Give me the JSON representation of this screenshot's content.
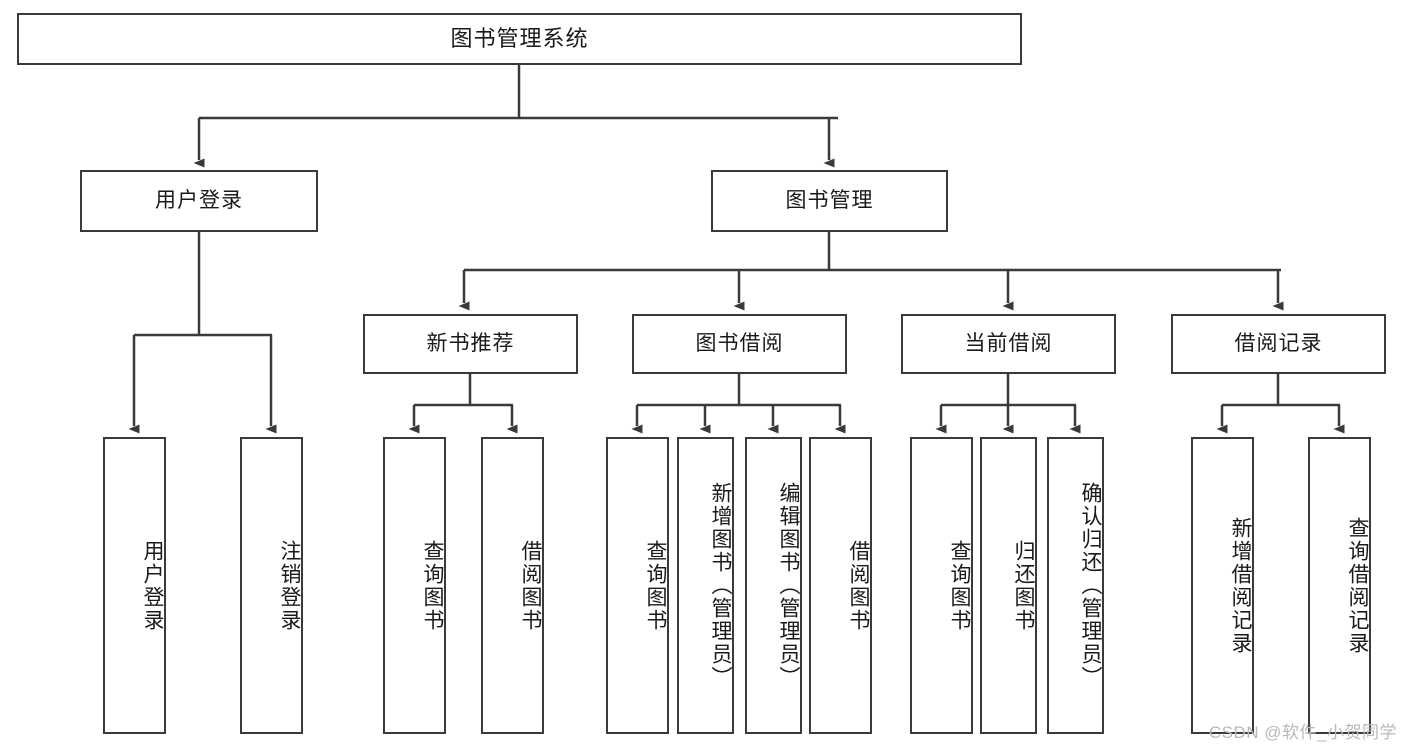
{
  "diagram": {
    "type": "tree-hierarchy-chart",
    "title": "图书管理系统",
    "line_color": "#3a3a3a",
    "box_fill": "#ffffff",
    "text_color": "#1a1a1a",
    "levels": {
      "level1": [
        "图书管理系统"
      ],
      "level2": [
        "用户登录",
        "图书管理"
      ],
      "level3": [
        "新书推荐",
        "图书借阅",
        "当前借阅",
        "借阅记录"
      ],
      "level4": [
        "用户登录",
        "注销登录",
        "查询图书",
        "借阅图书",
        "查询图书",
        "新增图书（管理员）",
        "编辑图书（管理员）",
        "借阅图书",
        "查询图书",
        "归还图书",
        "确认归还（管理员）",
        "新增借阅记录",
        "查询借阅记录"
      ]
    },
    "nodes": {
      "root": {
        "label": "图书管理系统"
      },
      "user_login": {
        "label": "用户登录"
      },
      "book_manage": {
        "label": "图书管理"
      },
      "new_book_rec": {
        "label": "新书推荐"
      },
      "book_borrow": {
        "label": "图书借阅"
      },
      "current_borrow": {
        "label": "当前借阅"
      },
      "borrow_record": {
        "label": "借阅记录"
      },
      "leaf_user_login": {
        "label": "用户登录"
      },
      "leaf_logout": {
        "label": "注销登录"
      },
      "leaf_query_book_1": {
        "label": "查询图书"
      },
      "leaf_borrow_book_1": {
        "label": "借阅图书"
      },
      "leaf_query_book_2": {
        "label": "查询图书"
      },
      "leaf_add_book_admin": {
        "label": "新增图书（管理员）"
      },
      "leaf_edit_book_admin": {
        "label": "编辑图书（管理员）"
      },
      "leaf_borrow_book_2": {
        "label": "借阅图书"
      },
      "leaf_query_book_3": {
        "label": "查询图书"
      },
      "leaf_return_book": {
        "label": "归还图书"
      },
      "leaf_confirm_return_admin": {
        "label": "确认归还（管理员）"
      },
      "leaf_add_borrow_record": {
        "label": "新增借阅记录"
      },
      "leaf_query_borrow_record": {
        "label": "查询借阅记录"
      }
    }
  },
  "watermark": {
    "text": "CSDN @软件_小贺同学"
  }
}
